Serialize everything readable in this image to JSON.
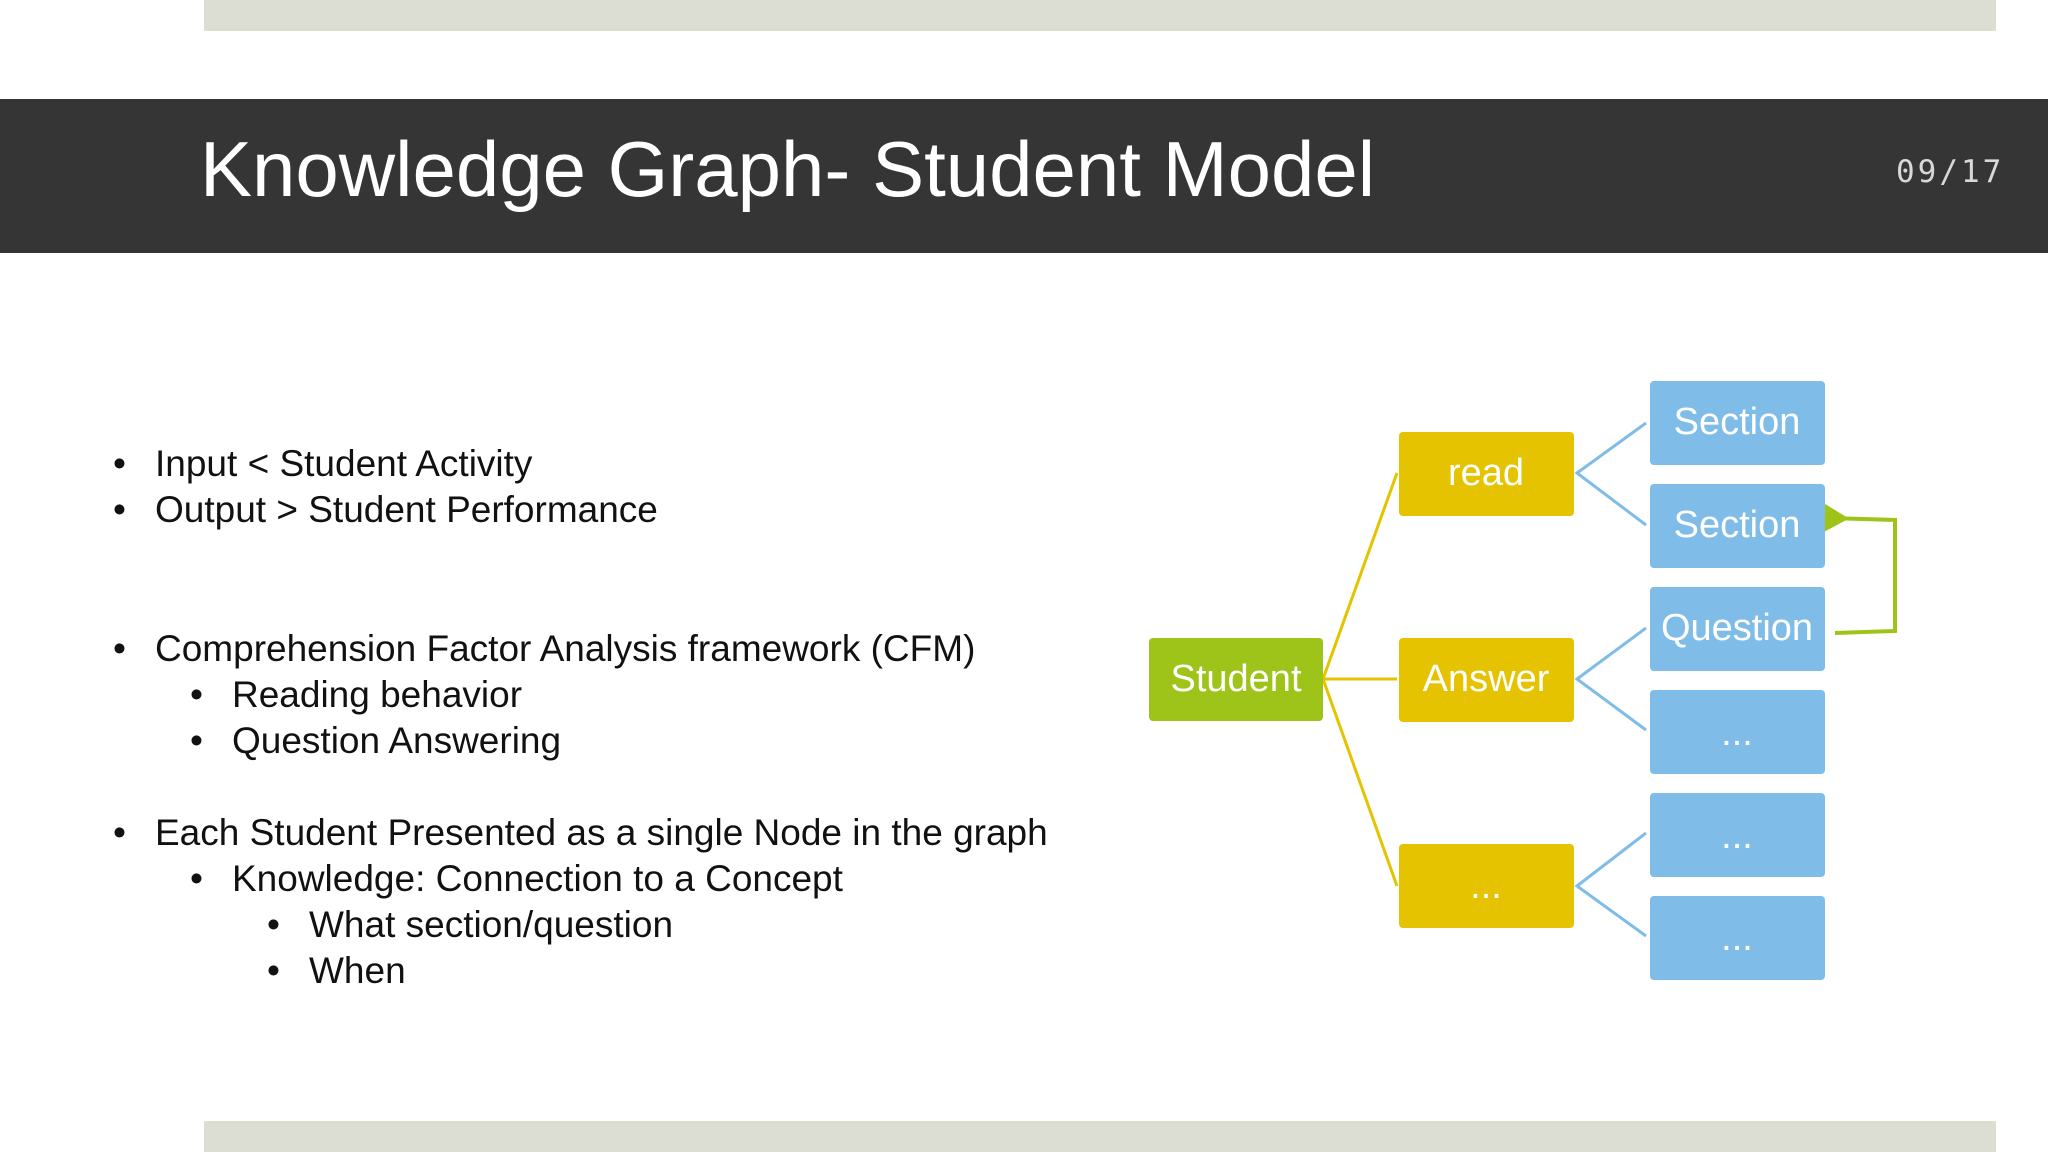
{
  "slide": {
    "title": "Knowledge Graph- Student Model",
    "number": "09/17"
  },
  "bullets": [
    {
      "text": "Input < Student Activity",
      "level": 1
    },
    {
      "text": "Output > Student Performance",
      "level": 1
    },
    {
      "text": "Comprehension Factor Analysis framework (CFM)",
      "level": 1
    },
    {
      "text": "Reading behavior",
      "level": 2
    },
    {
      "text": "Question Answering",
      "level": 2
    },
    {
      "text": "Each Student Presented as a single Node in the graph",
      "level": 1
    },
    {
      "text": "Knowledge: Connection to a Concept",
      "level": 2
    },
    {
      "text": "What section/question",
      "level": 3
    },
    {
      "text": "When",
      "level": 3
    }
  ],
  "bullet_glyph": "•",
  "diagram": {
    "root": {
      "label": "Student",
      "color": "#9ec41a"
    },
    "level1": [
      {
        "label": "read",
        "color": "#e5c300"
      },
      {
        "label": "Answer",
        "color": "#e5c300"
      },
      {
        "label": "...",
        "color": "#e5c300"
      }
    ],
    "level2": [
      {
        "label": "Section",
        "color": "#7fbde8"
      },
      {
        "label": "Section",
        "color": "#7fbde8"
      },
      {
        "label": "Question",
        "color": "#7fbde8"
      },
      {
        "label": "...",
        "color": "#7fbde8"
      },
      {
        "label": "...",
        "color": "#7fbde8"
      },
      {
        "label": "...",
        "color": "#7fbde8"
      }
    ],
    "edge_colors": {
      "root_edges": "#e5c300",
      "leaf_edges": "#7fbde8",
      "link_arrow": "#9ec41a"
    }
  }
}
